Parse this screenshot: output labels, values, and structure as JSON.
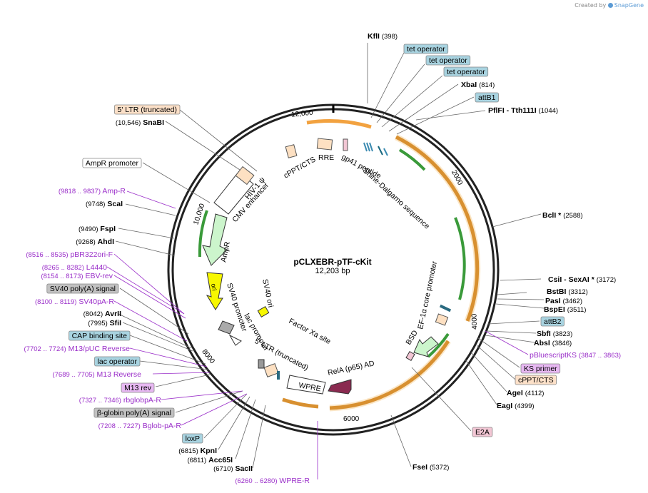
{
  "brand": {
    "prefix": "Created by",
    "name": "SnapGene",
    "accent": "#5b9bd5"
  },
  "plasmid": {
    "name": "pCLXEBR-pTF-cKit",
    "size": "12,203 bp"
  },
  "ticks": [
    "12,000",
    "2000",
    "4000",
    "6000",
    "8000",
    "10,000"
  ],
  "colors": {
    "promoter_arrow": "#ccf5cc",
    "promoter_stroke": "#3a9a3a",
    "ori": "#f7f700",
    "orange_feature": "#f2a240",
    "ltr": "#fde0c2",
    "misc_box": "#fce0c8",
    "enzyme_black": "#000000",
    "primer_purple": "#9a2ec9",
    "box_blue": "#a8d3e0",
    "box_gray": "#c2c2c2",
    "box_pink": "#f2c6d4",
    "box_purple": "#e7b8f2",
    "relA": "#8a2a50"
  },
  "inner_labels": [
    "RRE",
    "gp41 peptide",
    "Shine-Dalgarno sequence",
    "cPPT/CTS",
    "HIV-1 ψ",
    "CMV enhancer",
    "AmpR",
    "ori",
    "SV40 ori",
    "SV40 promoter",
    "lac promoter",
    "5' LTR (truncated)",
    "Factor Xa site",
    "WPRE",
    "RelA (p65) AD",
    "BSD",
    "EF-1α core promoter"
  ],
  "labels": [
    {
      "name": "KflI",
      "pos": "(398)",
      "kind": "enzyme"
    },
    {
      "name": "tet operator",
      "kind": "box",
      "fill": "blue"
    },
    {
      "name": "tet operator",
      "kind": "box",
      "fill": "blue"
    },
    {
      "name": "tet operator",
      "kind": "box",
      "fill": "blue"
    },
    {
      "name": "XbaI",
      "pos": "(814)",
      "kind": "enzyme"
    },
    {
      "name": "attB1",
      "kind": "box",
      "fill": "blue"
    },
    {
      "name": "PflFI - Tth111I",
      "pos": "(1044)",
      "kind": "enzyme"
    },
    {
      "name": "BclI *",
      "pos": "(2588)",
      "kind": "enzyme"
    },
    {
      "name": "CsiI - SexAI *",
      "pos": "(3172)",
      "kind": "enzyme"
    },
    {
      "name": "BstBI",
      "pos": "(3312)",
      "kind": "enzyme"
    },
    {
      "name": "PasI",
      "pos": "(3462)",
      "kind": "enzyme"
    },
    {
      "name": "BspEI",
      "pos": "(3511)",
      "kind": "enzyme"
    },
    {
      "name": "attB2",
      "kind": "box",
      "fill": "blue"
    },
    {
      "name": "SbfI",
      "pos": "(3823)",
      "kind": "enzyme"
    },
    {
      "name": "AbsI",
      "pos": "(3846)",
      "kind": "enzyme"
    },
    {
      "name": "pBluescriptKS",
      "pos": "(3847 .. 3863)",
      "kind": "primer"
    },
    {
      "name": "KS primer",
      "kind": "box",
      "fill": "purple"
    },
    {
      "name": "cPPT/CTS",
      "kind": "box",
      "fill": "orange"
    },
    {
      "name": "AgeI",
      "pos": "(4112)",
      "kind": "enzyme"
    },
    {
      "name": "EagI",
      "pos": "(4399)",
      "kind": "enzyme"
    },
    {
      "name": "E2A",
      "kind": "box",
      "fill": "pink"
    },
    {
      "name": "FseI",
      "pos": "(5372)",
      "kind": "enzyme"
    },
    {
      "name": "WPRE-R",
      "pos": "(6260 .. 6280)",
      "kind": "primer"
    },
    {
      "name": "SacII",
      "pos": "(6710)",
      "kind": "enzyme"
    },
    {
      "name": "Acc65I",
      "pos": "(6811)",
      "kind": "enzyme"
    },
    {
      "name": "KpnI",
      "pos": "(6815)",
      "kind": "enzyme"
    },
    {
      "name": "loxP",
      "kind": "box",
      "fill": "blue"
    },
    {
      "name": "Bglob-pA-R",
      "pos": "(7208 .. 7227)",
      "kind": "primer"
    },
    {
      "name": "β-globin poly(A) signal",
      "kind": "box",
      "fill": "gray"
    },
    {
      "name": "rbglobpA-R",
      "pos": "(7327 .. 7346)",
      "kind": "primer"
    },
    {
      "name": "M13 rev",
      "kind": "box",
      "fill": "purple"
    },
    {
      "name": "M13 Reverse",
      "pos": "(7689 .. 7705)",
      "kind": "primer"
    },
    {
      "name": "lac operator",
      "kind": "box",
      "fill": "blue"
    },
    {
      "name": "M13/pUC Reverse",
      "pos": "(7702 .. 7724)",
      "kind": "primer"
    },
    {
      "name": "CAP binding site",
      "kind": "box",
      "fill": "blue"
    },
    {
      "name": "SfiI",
      "pos": "(7995)",
      "kind": "enzyme"
    },
    {
      "name": "AvrII",
      "pos": "(8042)",
      "kind": "enzyme"
    },
    {
      "name": "SV40pA-R",
      "pos": "(8100 .. 8119)",
      "kind": "primer"
    },
    {
      "name": "SV40 poly(A) signal",
      "kind": "box",
      "fill": "gray"
    },
    {
      "name": "EBV-rev",
      "pos": "(8154 .. 8173)",
      "kind": "primer"
    },
    {
      "name": "L4440",
      "pos": "(8265 .. 8282)",
      "kind": "primer"
    },
    {
      "name": "pBR322ori-F",
      "pos": "(8516 .. 8535)",
      "kind": "primer"
    },
    {
      "name": "AhdI",
      "pos": "(9268)",
      "kind": "enzyme"
    },
    {
      "name": "FspI",
      "pos": "(9490)",
      "kind": "enzyme"
    },
    {
      "name": "ScaI",
      "pos": "(9748)",
      "kind": "enzyme"
    },
    {
      "name": "Amp-R",
      "pos": "(9818 .. 9837)",
      "kind": "primer"
    },
    {
      "name": "AmpR promoter",
      "kind": "box",
      "fill": "white"
    },
    {
      "name": "SnaBI",
      "pos": "(10,546)",
      "kind": "enzyme"
    },
    {
      "name": "5' LTR (truncated)",
      "kind": "box",
      "fill": "orange"
    }
  ]
}
